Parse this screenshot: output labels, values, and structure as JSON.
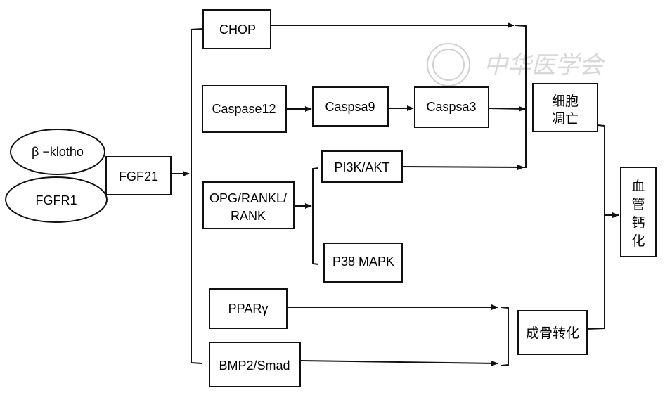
{
  "diagram": {
    "receptors": {
      "beta_klotho": "β −klotho",
      "fgfr1": "FGFR1"
    },
    "source": "FGF21",
    "pathways": {
      "chop": "CHOP",
      "caspase12": "Caspase12",
      "caspsa9": "Caspsa9",
      "caspsa3": "Caspsa3",
      "opg_rankl_rank_line1": "OPG/RANKL/",
      "opg_rankl_rank_line2": "RANK",
      "pi3k_akt": "PI3K/AKT",
      "p38_mapk": "P38 MAPK",
      "ppar_gamma": "PPARγ",
      "bmp2_smad": "BMP2/Smad"
    },
    "outcomes": {
      "apoptosis_line1": "细胞",
      "apoptosis_line2": "凋亡",
      "osteogenic": "成骨转化",
      "vascular_calcification_chars": [
        "血",
        "管",
        "钙",
        "化"
      ]
    },
    "watermark": {
      "text": "中华医学会"
    }
  }
}
